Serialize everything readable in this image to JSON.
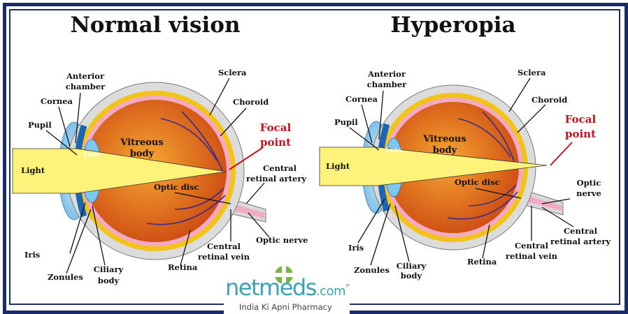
{
  "titles": {
    "left": "Normal vision",
    "right": "Hyperopia"
  },
  "normal": {
    "anterior_chamber": [
      "Anterior",
      "chamber"
    ],
    "cornea": "Cornea",
    "pupil": "Pupil",
    "sclera": "Sclera",
    "choroid": "Choroid",
    "focal_point": [
      "Focal",
      "point"
    ],
    "vitreous_body": [
      "Vitreous",
      "body"
    ],
    "lens": "Lens",
    "light": "Light",
    "central_retinal_artery": [
      "Central",
      "retinal artery"
    ],
    "optic_disc": "Optic disc",
    "optic_nerve": "Optic nerve",
    "iris": "Iris",
    "zonules": "Zonules",
    "ciliary_body": [
      "Ciliary",
      "body"
    ],
    "retina": "Retina",
    "central_retinal_vein": [
      "Central",
      "retinal vein"
    ]
  },
  "hyperopia": {
    "anterior_chamber": [
      "Anterior",
      "chamber"
    ],
    "cornea": "Cornea",
    "pupil": "Pupil",
    "sclera": "Sclera",
    "choroid": "Choroid",
    "focal_point": [
      "Focal",
      "point"
    ],
    "vitreous_body": [
      "Vitreous",
      "body"
    ],
    "lens": "Lens",
    "light": "Light",
    "optic_disc": "Optic disc",
    "optic_nerve": [
      "Optic",
      "nerve"
    ],
    "central_retinal_artery": [
      "Central",
      "retinal artery"
    ],
    "central_retinal_vein": [
      "Central",
      "retinal vein"
    ],
    "retina": "Retina",
    "iris": "Iris",
    "zonules": "Zonules",
    "ciliary_body": [
      "Ciliary",
      "body"
    ]
  },
  "logo": {
    "brand": "netmeds",
    "tld": ".com",
    "tm": "TM",
    "tagline": "India Ki Apni Pharmacy"
  },
  "colors": {
    "frame": "#1b2a6b",
    "focal_label": "#c0141c",
    "brand_teal": "#3aa3b5",
    "brand_green": "#7cb342"
  }
}
